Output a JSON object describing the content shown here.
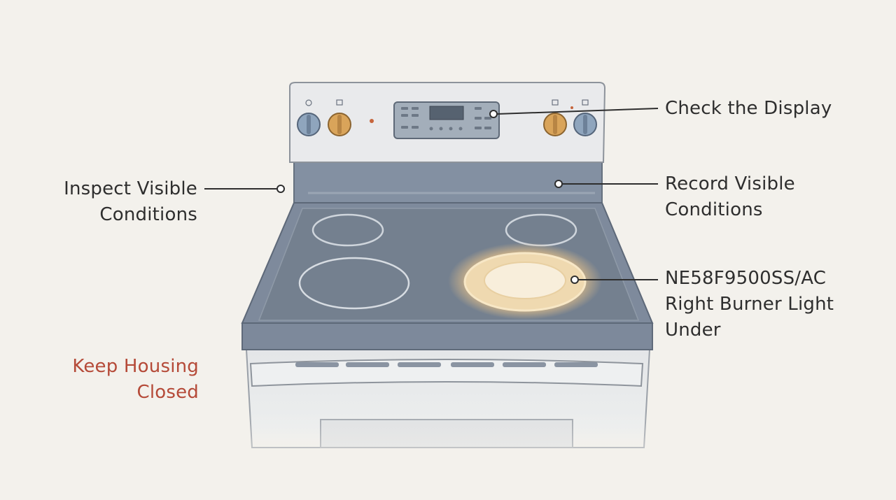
{
  "callouts": {
    "check_display": {
      "lines": [
        "Check the Display"
      ]
    },
    "record_conditions": {
      "lines": [
        "Record Visible",
        "Conditions"
      ]
    },
    "burner_light": {
      "lines": [
        "NE58F9500SS/AC",
        "Right Burner Light",
        "Under"
      ]
    },
    "inspect_conditions": {
      "lines": [
        "Inspect Visible",
        "Conditions"
      ]
    },
    "keep_closed": {
      "lines": [
        "Keep Housing",
        "Closed"
      ]
    }
  },
  "colors": {
    "background": "#f3f1ec",
    "label_text": "#2e2e2e",
    "warning_text": "#b54a38",
    "cooktop": "#7e8a9c",
    "knob_blue": "#8fa5bd",
    "knob_amber": "#d9a45a",
    "burner_glow": "#f6d9a0"
  },
  "icons": [
    "power-icon",
    "timer-icon",
    "oven-light-icon"
  ]
}
